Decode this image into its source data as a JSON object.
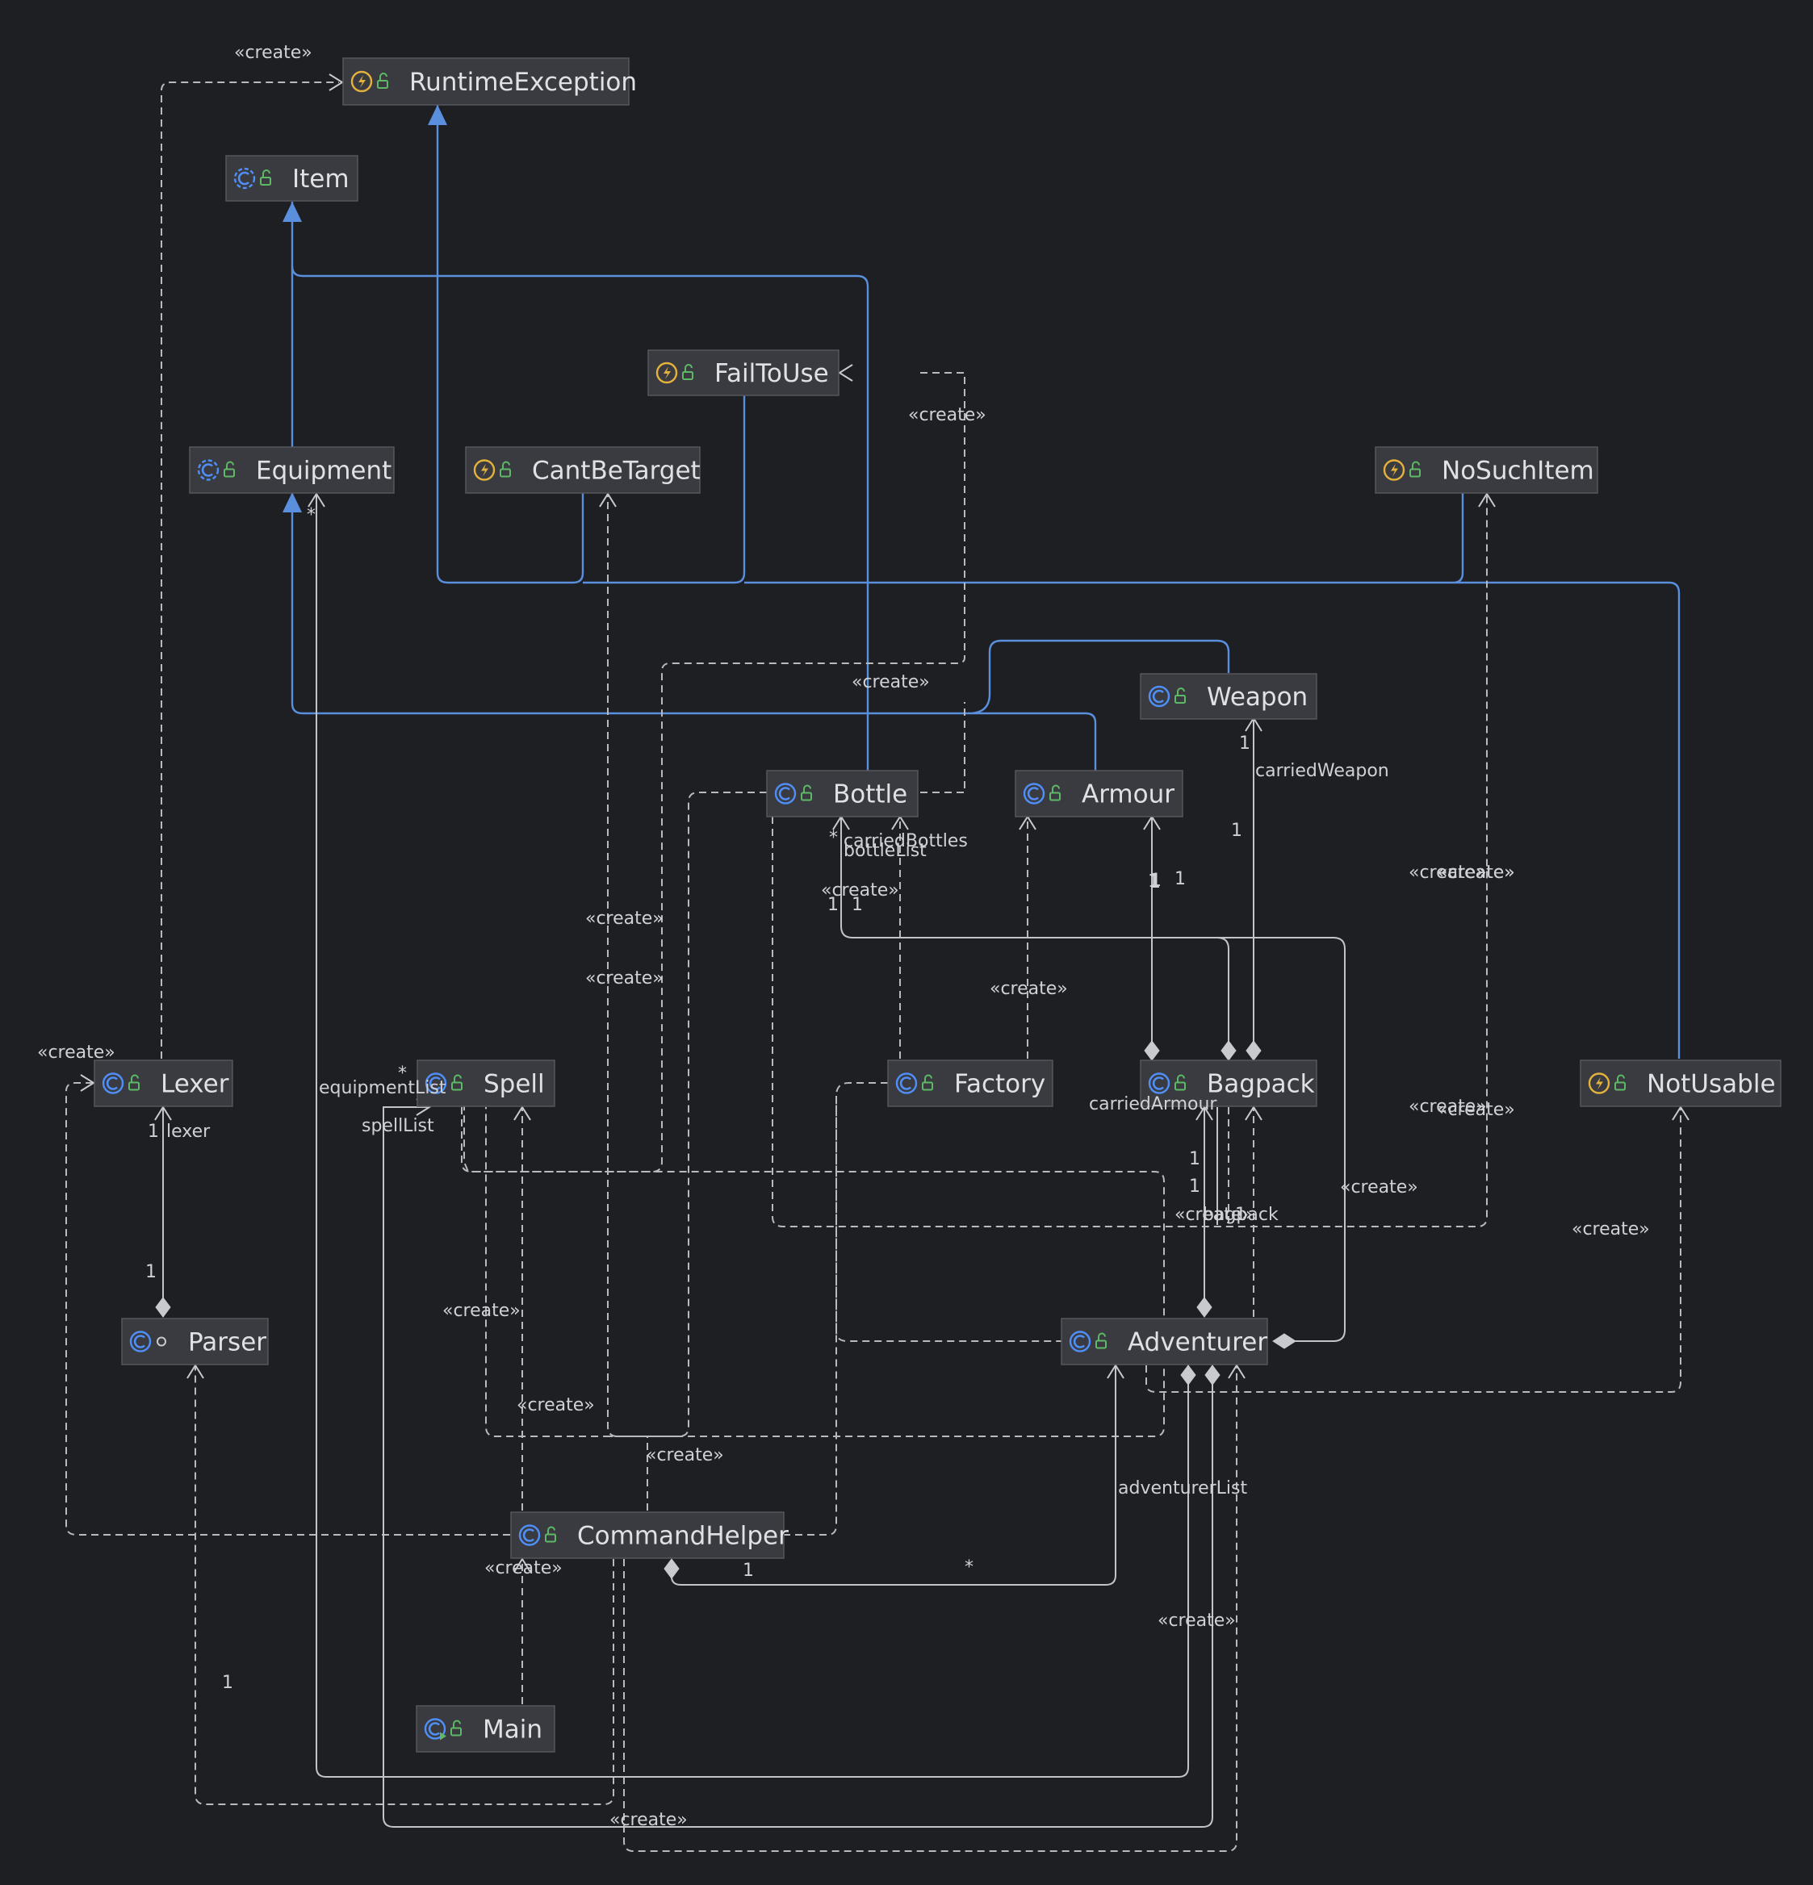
{
  "colors": {
    "background": "#1e1f22",
    "node_fill": "#393b40",
    "class_icon": "#4f8ff7",
    "exception_icon": "#e4b23c",
    "visibility_icon": "#5fb865",
    "inheritance_edge": "#5a8fde",
    "dependency_edge": "#b8babe"
  },
  "nodes": [
    {
      "id": "runtime-exception",
      "label": "RuntimeException",
      "kind": "exception-icon"
    },
    {
      "id": "item",
      "label": "Item",
      "kind": "abstract-class-icon"
    },
    {
      "id": "fail-to-use",
      "label": "FailToUse",
      "kind": "exception-icon"
    },
    {
      "id": "equipment",
      "label": "Equipment",
      "kind": "abstract-class-icon"
    },
    {
      "id": "cant-be-target",
      "label": "CantBeTarget",
      "kind": "exception-icon"
    },
    {
      "id": "no-such-item",
      "label": "NoSuchItem",
      "kind": "exception-icon"
    },
    {
      "id": "weapon",
      "label": "Weapon",
      "kind": "class-icon"
    },
    {
      "id": "bottle",
      "label": "Bottle",
      "kind": "class-icon"
    },
    {
      "id": "armour",
      "label": "Armour",
      "kind": "class-icon"
    },
    {
      "id": "lexer",
      "label": "Lexer",
      "kind": "class-icon"
    },
    {
      "id": "spell",
      "label": "Spell",
      "kind": "class-icon"
    },
    {
      "id": "factory",
      "label": "Factory",
      "kind": "class-icon"
    },
    {
      "id": "bagpack",
      "label": "Bagpack",
      "kind": "class-icon"
    },
    {
      "id": "not-usable",
      "label": "NotUsable",
      "kind": "exception-icon"
    },
    {
      "id": "parser",
      "label": "Parser",
      "kind": "class-icon"
    },
    {
      "id": "adventurer",
      "label": "Adventurer",
      "kind": "class-icon"
    },
    {
      "id": "command-helper",
      "label": "CommandHelper",
      "kind": "class-icon"
    },
    {
      "id": "main",
      "label": "Main",
      "kind": "main-class-icon"
    }
  ],
  "edge_labels": [
    "«create»",
    "«create»",
    "«create»",
    "«create»",
    "«create»",
    "«create»",
    "«create»",
    "«create»",
    "«create»",
    "«create»",
    "«create»",
    "«create»",
    "«create»",
    "«create»",
    "«create»",
    "«create»",
    "«create»",
    "«create»",
    "«create»",
    "«create»",
    "«create»",
    "«create»",
    "carriedWeapon",
    "carriedBottles",
    "bottleList",
    "carriedArmour",
    "equipmentList",
    "spellList",
    "lexer",
    "bagpack",
    "adventurerList",
    "1",
    "1",
    "1",
    "1",
    "1",
    "1",
    "1",
    "1",
    "1",
    "1",
    "1",
    "1",
    "1",
    "1",
    "*",
    "*",
    "*",
    "*",
    "1"
  ]
}
